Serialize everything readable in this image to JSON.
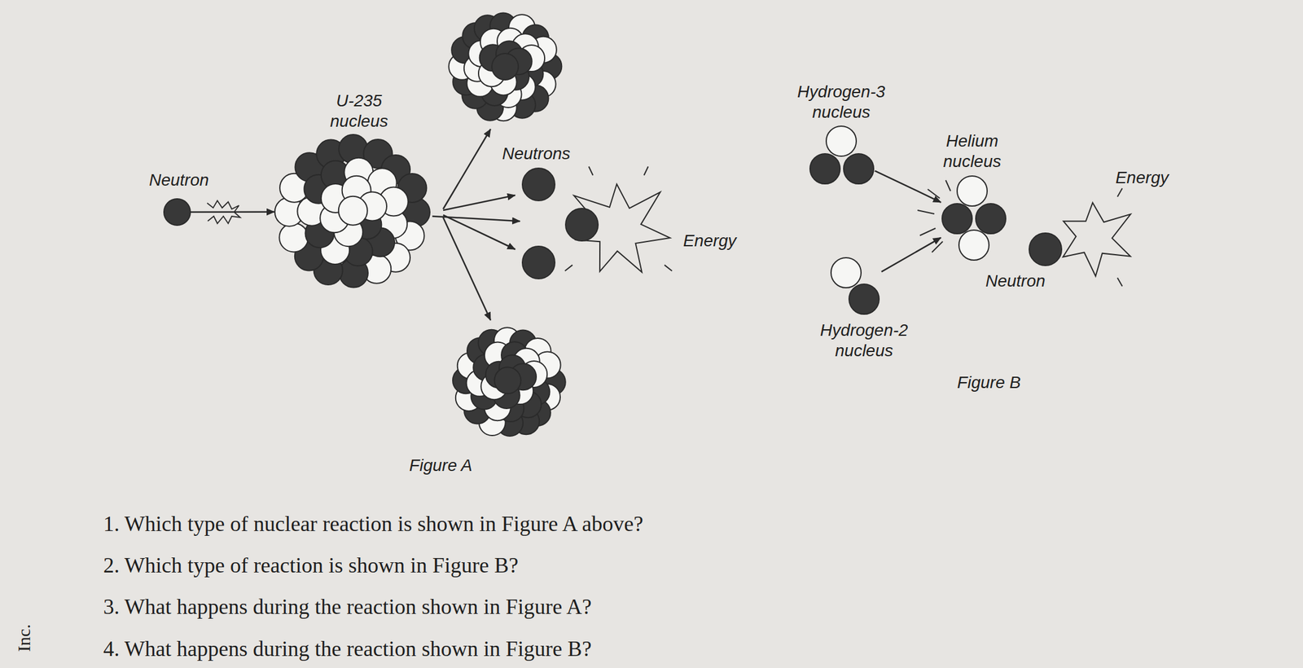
{
  "diagram": {
    "nodes": [
      {
        "text": [
          "Neutron"
        ]
      },
      {
        "text": [
          "U-235 nucleus"
        ]
      },
      {
        "text": [
          "Neutrons"
        ]
      },
      {
        "text": [
          "Energy"
        ]
      },
      {
        "text": [
          "Hydrogen-3 nucleus"
        ]
      },
      {
        "text": [
          "Hydrogen-2 nucleus"
        ]
      },
      {
        "text": [
          "Helium nucleus"
        ]
      },
      {
        "text": [
          "Neutron"
        ]
      },
      {
        "text": [
          "Energy"
        ]
      }
    ],
    "edges": [
      {
        "from": 0,
        "to": 1,
        "arrow": "to"
      },
      {
        "from": 1,
        "to": 2,
        "arrow": "to"
      },
      {
        "from": 4,
        "to": 6,
        "arrow": "to"
      },
      {
        "from": 5,
        "to": 6,
        "arrow": "to"
      }
    ],
    "labels": [
      "Figure A",
      "Figure B",
      "1. Which type of nuclear reaction is shown in Figure A above?",
      "2. Which type of reaction is shown in Figure B?",
      "3. What happens during the reaction shown in Figure A?",
      "4. What happens during the reaction shown in Figure B?",
      "Inc."
    ]
  }
}
